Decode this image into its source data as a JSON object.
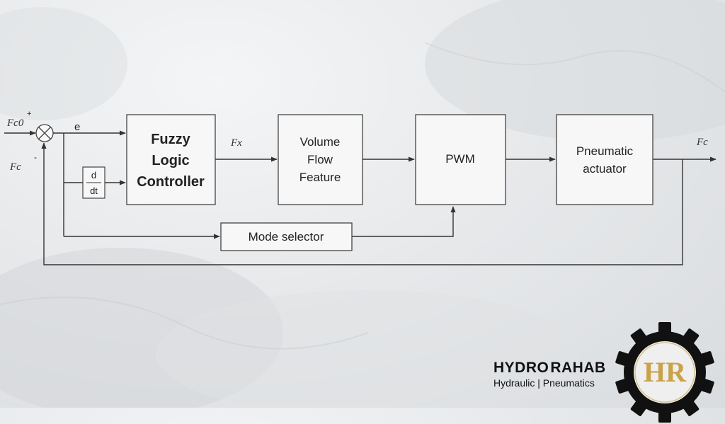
{
  "diagram": {
    "blocks": {
      "flc": [
        "Fuzzy",
        "Logic",
        "Controller"
      ],
      "vff": [
        "Volume",
        "Flow",
        "Feature"
      ],
      "pwm": "PWM",
      "pa": [
        "Pneumatic",
        "actuator"
      ],
      "mode": "Mode selector",
      "deriv_num": "d",
      "deriv_den": "dt"
    },
    "signals": {
      "input_ref": "Fc0",
      "plus_sign": "+",
      "feedback": "Fc",
      "minus_sign": "-",
      "error": "e",
      "fx": "Fx",
      "output": "Fc"
    }
  },
  "brand": {
    "name_part1": "HYDRO",
    "name_part2": "RAHAB",
    "tagline": "Hydraulic | Pneumatics",
    "logo_letters": "HR",
    "colors": {
      "gold": "#c9a24a",
      "gear": "#111111"
    }
  }
}
